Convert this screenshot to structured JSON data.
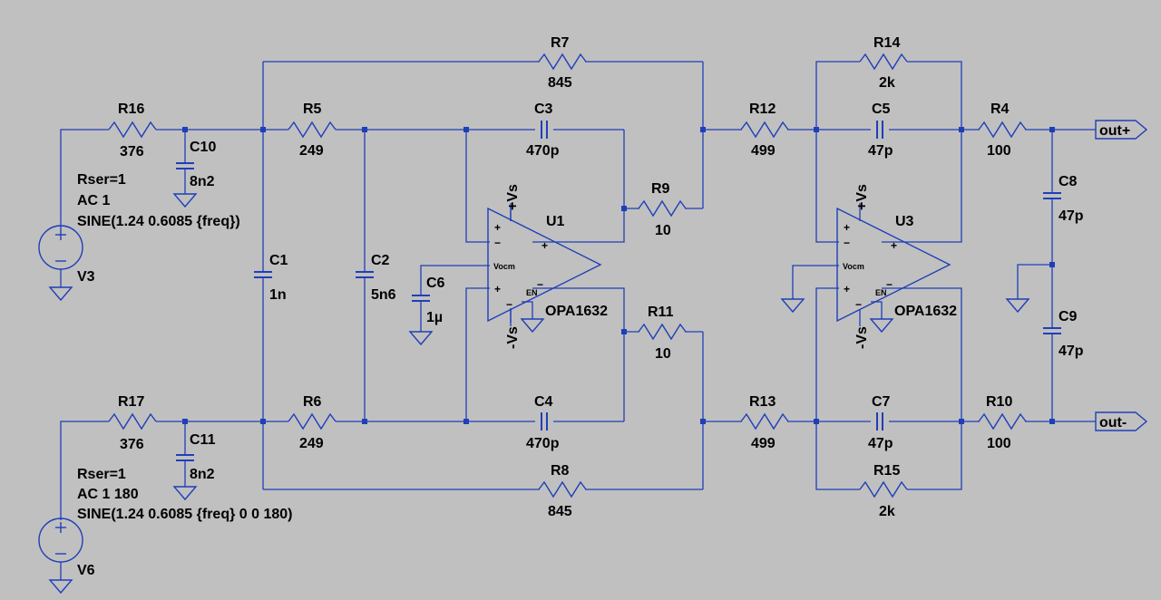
{
  "components": {
    "R16": {
      "name": "R16",
      "value": "376"
    },
    "R17": {
      "name": "R17",
      "value": "376"
    },
    "R5": {
      "name": "R5",
      "value": "249"
    },
    "R6": {
      "name": "R6",
      "value": "249"
    },
    "R7": {
      "name": "R7",
      "value": "845"
    },
    "R8": {
      "name": "R8",
      "value": "845"
    },
    "R9": {
      "name": "R9",
      "value": "10"
    },
    "R11": {
      "name": "R11",
      "value": "10"
    },
    "R12": {
      "name": "R12",
      "value": "499"
    },
    "R13": {
      "name": "R13",
      "value": "499"
    },
    "R14": {
      "name": "R14",
      "value": "2k"
    },
    "R15": {
      "name": "R15",
      "value": "2k"
    },
    "R4": {
      "name": "R4",
      "value": "100"
    },
    "R10": {
      "name": "R10",
      "value": "100"
    },
    "C10": {
      "name": "C10",
      "value": "8n2"
    },
    "C11": {
      "name": "C11",
      "value": "8n2"
    },
    "C1": {
      "name": "C1",
      "value": "1n"
    },
    "C2": {
      "name": "C2",
      "value": "5n6"
    },
    "C3": {
      "name": "C3",
      "value": "470p"
    },
    "C4": {
      "name": "C4",
      "value": "470p"
    },
    "C5": {
      "name": "C5",
      "value": "47p"
    },
    "C7": {
      "name": "C7",
      "value": "47p"
    },
    "C6": {
      "name": "C6",
      "value": "1µ"
    },
    "C8": {
      "name": "C8",
      "value": "47p"
    },
    "C9": {
      "name": "C9",
      "value": "47p"
    },
    "U1": {
      "name": "U1",
      "model": "OPA1632",
      "supply_pos": "+Vs",
      "supply_neg": "-Vs"
    },
    "U3": {
      "name": "U3",
      "model": "OPA1632",
      "supply_pos": "+Vs",
      "supply_neg": "-Vs"
    }
  },
  "sources": {
    "V3": {
      "name": "V3",
      "rser": "Rser=1",
      "ac": "AC 1",
      "func": "SINE(1.24 0.6085 {freq})"
    },
    "V6": {
      "name": "V6",
      "rser": "Rser=1",
      "ac": "AC 1 180",
      "func": "SINE(1.24 0.6085 {freq} 0 0 180)"
    }
  },
  "opamp_pins": {
    "plus": "+",
    "minus": "−",
    "vocm": "Vocm",
    "en": "EN"
  },
  "ports": {
    "out_plus": "out+",
    "out_minus": "out-"
  },
  "colors": {
    "wire": "#1f3fb8",
    "background": "#c0c0c0"
  }
}
